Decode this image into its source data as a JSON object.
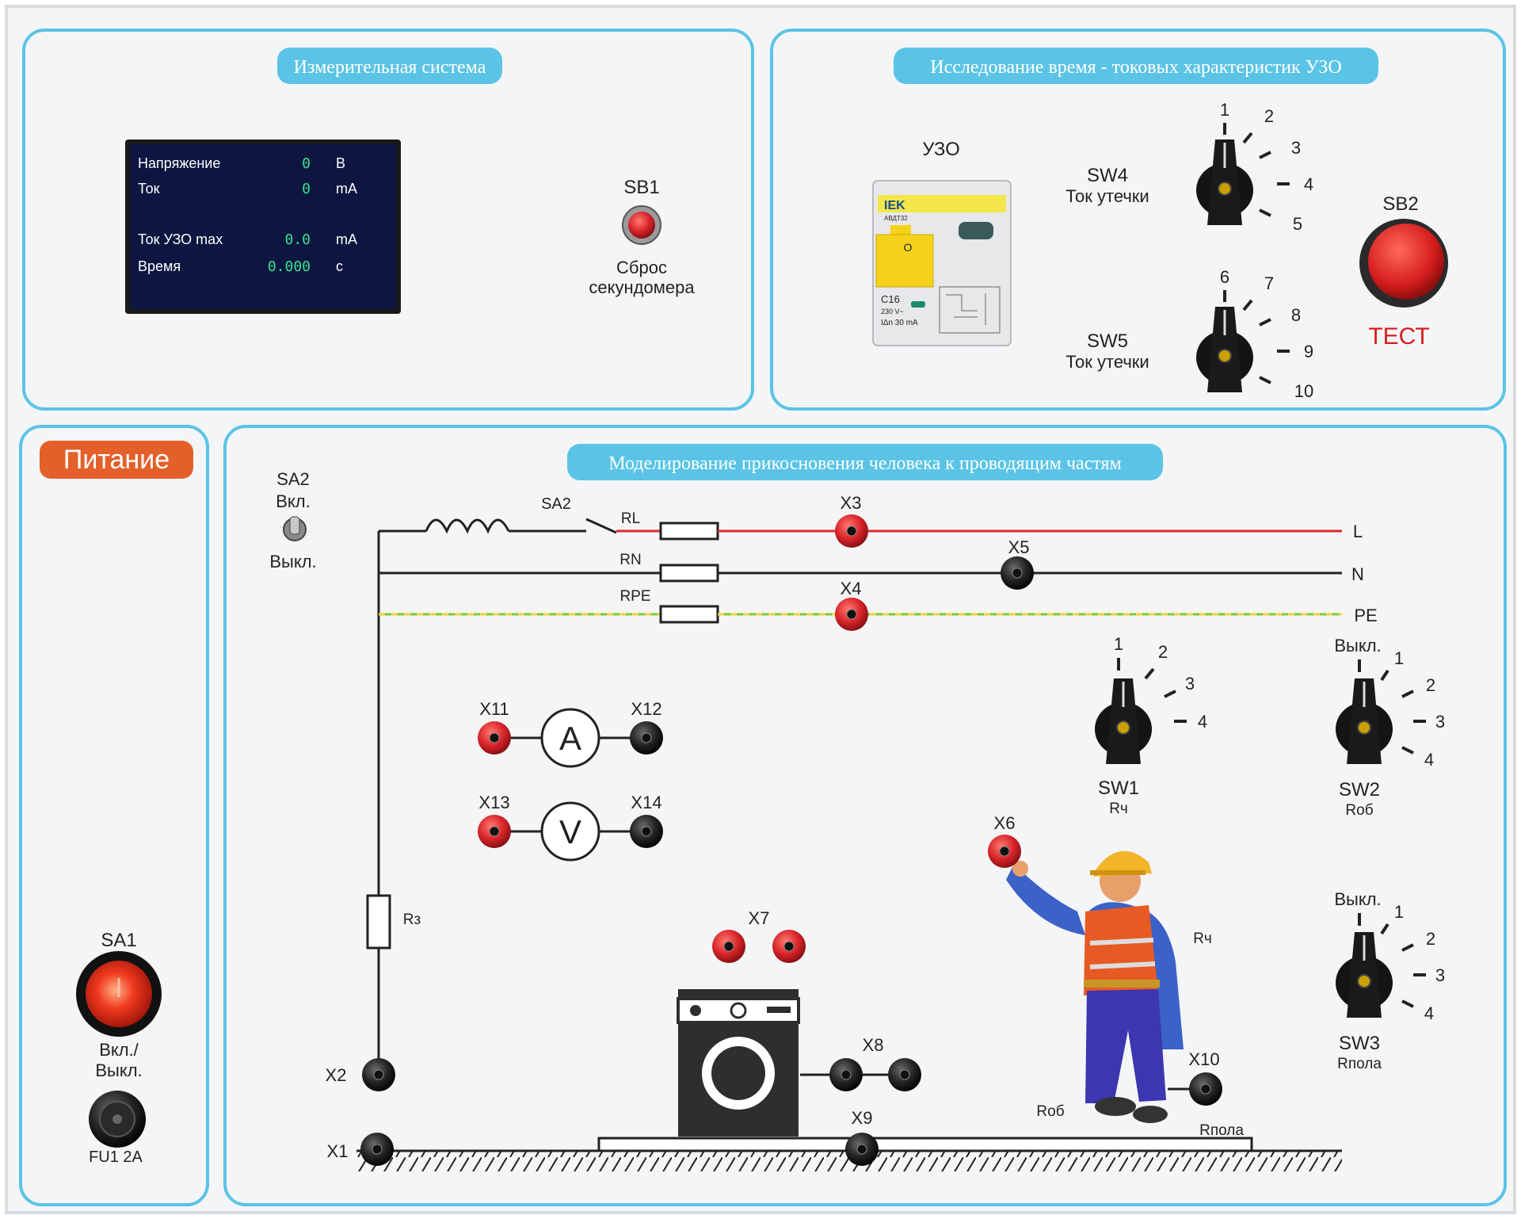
{
  "panels": {
    "measure": {
      "title": "Измерительная система"
    },
    "rcd": {
      "title": "Исследование время - токовых характеристик УЗО"
    },
    "power": {
      "title": "Питание"
    },
    "model": {
      "title": "Моделирование прикосновения человека к проводящим частям"
    }
  },
  "display": {
    "rows": [
      {
        "label": "Напряжение",
        "value": "0",
        "unit": "В"
      },
      {
        "label": "Ток",
        "value": "0",
        "unit": "mA"
      },
      {
        "label": "Ток УЗО max",
        "value": "0.0",
        "unit": "mA"
      },
      {
        "label": "Время",
        "value": "0.000",
        "unit": "с"
      }
    ]
  },
  "sb1": {
    "id": "SB1",
    "caption_line1": "Сброс",
    "caption_line2": "секундомера"
  },
  "rcd_device": {
    "label": "УЗО",
    "brand": "IEK",
    "model": "АВДТ32",
    "rating": "C16",
    "voltage": "230 V~",
    "sensitivity": "IΔn 30 mA"
  },
  "sw4": {
    "id": "SW4",
    "caption": "Ток утечки",
    "positions": [
      "1",
      "2",
      "3",
      "4",
      "5"
    ]
  },
  "sw5": {
    "id": "SW5",
    "caption": "Ток утечки",
    "positions": [
      "6",
      "7",
      "8",
      "9",
      "10"
    ]
  },
  "sb2": {
    "id": "SB2",
    "caption": "ТЕСТ"
  },
  "sa1": {
    "id": "SA1",
    "caption_line1": "Вкл./",
    "caption_line2": "Выкл."
  },
  "fuse": {
    "label": "FU1 2A"
  },
  "sa2": {
    "id": "SA2",
    "on_label": "Вкл.",
    "off_label": "Выкл."
  },
  "circuit": {
    "sa2_switch": "SA2",
    "rl": "RL",
    "rn": "RN",
    "rpe": "RPE",
    "rz": "Rз",
    "lines": [
      "L",
      "N",
      "PE"
    ],
    "x1": "X1",
    "x2": "X2",
    "x3": "X3",
    "x4": "X4",
    "x5": "X5",
    "x6": "X6",
    "x7": "X7",
    "x8": "X8",
    "x9": "X9",
    "x10": "X10",
    "x11": "X11",
    "x12": "X12",
    "x13": "X13",
    "x14": "X14",
    "ammeter": "A",
    "voltmeter": "V",
    "r_human": "Rч",
    "r_shoes": "Rоб",
    "r_floor": "Rпола"
  },
  "sw1": {
    "id": "SW1",
    "sub": "Rч",
    "positions": [
      "1",
      "2",
      "3",
      "4"
    ]
  },
  "sw2": {
    "id": "SW2",
    "sub": "Rоб",
    "positions": [
      "Выкл.",
      "1",
      "2",
      "3",
      "4"
    ]
  },
  "sw3": {
    "id": "SW3",
    "sub": "Rпола",
    "positions": [
      "Выкл.",
      "1",
      "2",
      "3",
      "4"
    ]
  },
  "colors": {
    "frame": "#5bc4e6",
    "header_bg": "#5bc4e6",
    "power_bg": "#e4602a",
    "phase": "#e02a2a",
    "neutral": "#222222",
    "pe_green": "#7ac943",
    "pe_yellow": "#f0d23a",
    "lcd_bg": "#0c1640",
    "lcd_value": "#3be08a",
    "jack_red": "#d8242a",
    "jack_black": "#1a1a1a"
  },
  "icons": [
    "rotary-knob-icon",
    "toggle-switch-icon",
    "fuse-holder-icon",
    "washing-machine-icon",
    "worker-figure-icon",
    "inductor-icon"
  ]
}
